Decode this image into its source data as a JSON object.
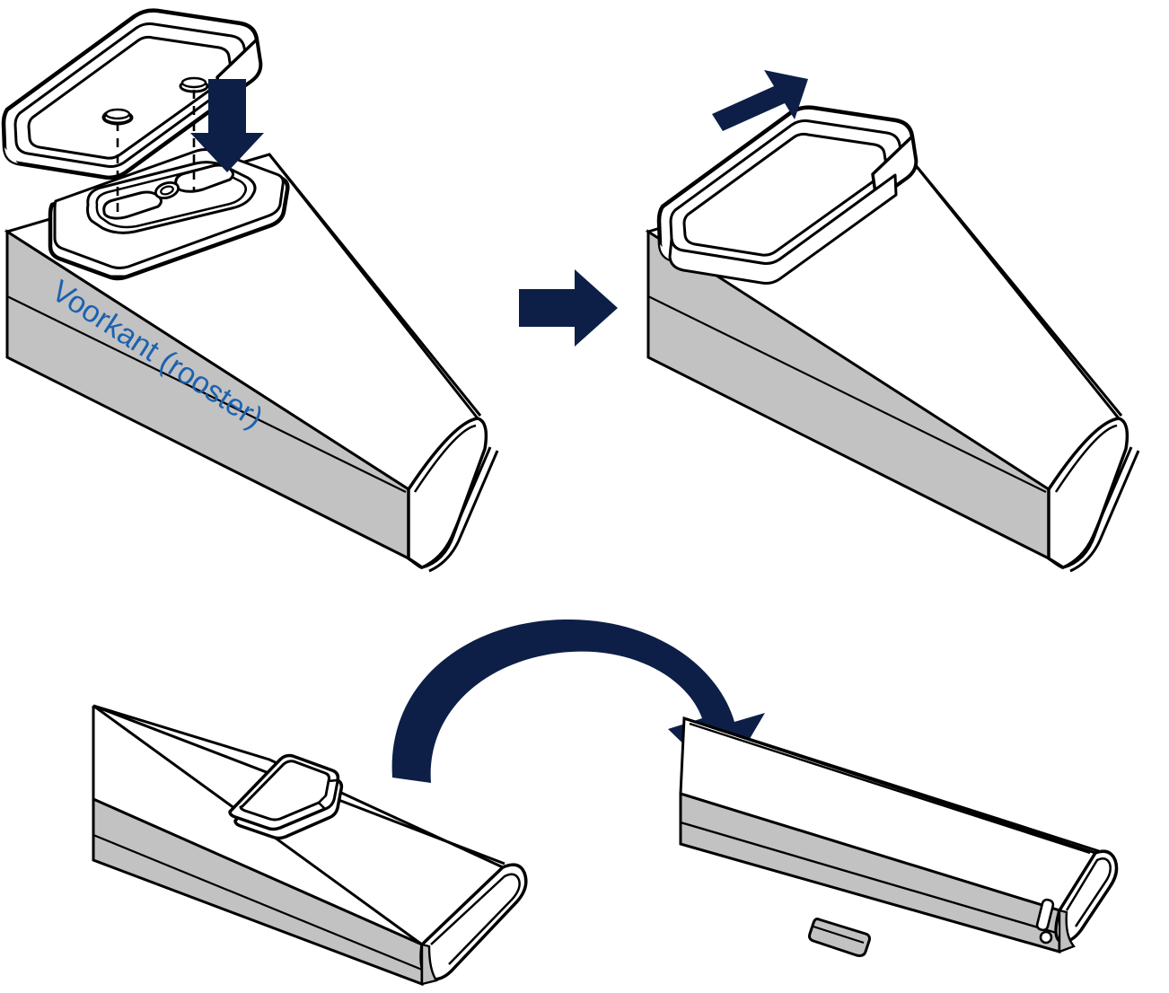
{
  "document": {
    "type": "instruction-diagram",
    "subject": "Soundbar wall-mount bracket installation",
    "language": "nl",
    "background_color": "#ffffff"
  },
  "colors": {
    "arrow_navy": "#0d1f47",
    "label_blue": "#1b62b0",
    "body_gray": "#c2c2c2",
    "body_gray_dark": "#b4b4b4",
    "body_gray_light": "#cfcfcf",
    "outline_black": "#000000",
    "white": "#ffffff"
  },
  "labels": {
    "front_grille": "Voorkant (rooster)"
  },
  "panels": [
    {
      "id": "step-1",
      "position": "top-left",
      "name": "align-and-lower-bracket",
      "elements": [
        "wall-bracket-plate",
        "bracket-pegs",
        "socket-recess-plate",
        "keyhole-slots",
        "alignment-dashed-lines",
        "down-arrow",
        "soundbar-body",
        "front-grille-label"
      ]
    },
    {
      "id": "step-2",
      "position": "top-right",
      "name": "slide-bracket-to-lock",
      "elements": [
        "wall-bracket-plate-seated",
        "slide-arrow",
        "soundbar-body"
      ]
    },
    {
      "id": "step-3",
      "position": "bottom-left",
      "name": "bracket-mounted-top",
      "elements": [
        "soundbar-body",
        "bracket-mounted"
      ]
    },
    {
      "id": "step-4",
      "position": "bottom-right",
      "name": "soundbar-flipped",
      "elements": [
        "soundbar-body-flipped",
        "bracket-underside",
        "end-cap-connector-port"
      ]
    }
  ],
  "arrows": [
    {
      "name": "insert-down-arrow",
      "style": "straight",
      "direction": "down",
      "panel": "step-1"
    },
    {
      "name": "step-progress-arrow",
      "style": "straight",
      "direction": "right",
      "panel": "between-step-1-and-2"
    },
    {
      "name": "slide-arrow",
      "style": "straight",
      "direction": "up-right",
      "panel": "step-2"
    },
    {
      "name": "flip-rotation-arrow",
      "style": "curved",
      "direction": "clockwise",
      "panel": "between-step-3-and-4"
    }
  ]
}
